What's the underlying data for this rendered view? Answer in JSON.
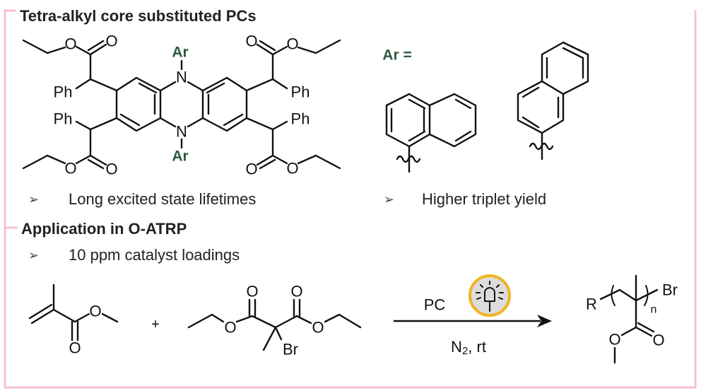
{
  "section1": {
    "title": "Tetra-alkyl core substituted PCs",
    "ar_label": "Ar",
    "ar_equals": "Ar =",
    "bullets": [
      "Long excited state lifetimes",
      "Higher triplet yield"
    ]
  },
  "section2": {
    "title": "Application in O-ATRP",
    "bullets": [
      "10 ppm catalyst loadings"
    ]
  },
  "atoms": {
    "O": "O",
    "N": "N",
    "Ph": "Ph",
    "Br": "Br",
    "R": "R",
    "n": "n",
    "plus": "+"
  },
  "reaction": {
    "above": "PC",
    "below_main": "N",
    "below_sub": "2",
    "below_rest": ", rt"
  },
  "bullet_glyph": "➢",
  "colors": {
    "frame": "#f7c3cc",
    "accent": "#c8102e",
    "ar_green": "#2f5a3f",
    "bulb_ring": "#f0b323",
    "bulb_fill": "#d9d9d9"
  }
}
